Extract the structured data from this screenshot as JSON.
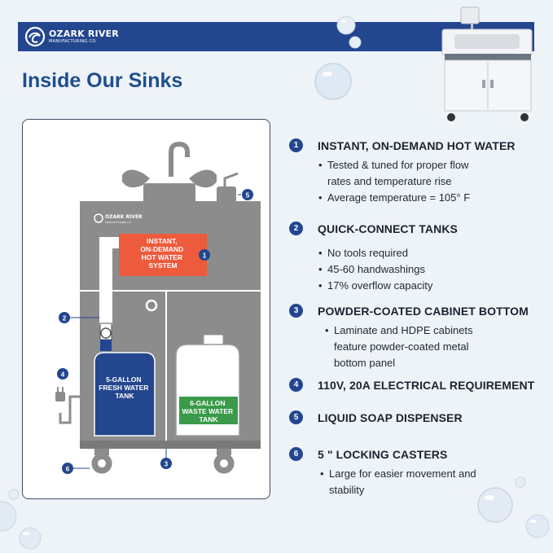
{
  "brand": {
    "name": "OZARK RIVER",
    "sub": "MANUFACTURING CO.",
    "banner_color": "#23468f"
  },
  "page_title": "Inside Our Sinks",
  "diagram": {
    "logo_name": "OZARK RIVER",
    "logo_sub": "MANUFACTURING CO.",
    "heater_label": [
      "INSTANT,",
      "ON-DEMAND",
      "HOT WATER",
      "SYSTEM"
    ],
    "fresh_tank_label": [
      "5-GALLON",
      "FRESH WATER",
      "TANK"
    ],
    "waste_tank_label": [
      "6-GALLON",
      "WASTE WATER",
      "TANK"
    ],
    "callouts": [
      "1",
      "2",
      "3",
      "4",
      "5",
      "6"
    ],
    "colors": {
      "cabinet": "#8c8c8c",
      "heater": "#ee5a3c",
      "fresh_tank": "#23468f",
      "waste_tank": "#3a9a4a",
      "badge": "#23468f"
    }
  },
  "features": [
    {
      "num": "1",
      "title": "INSTANT, ON-DEMAND HOT WATER",
      "bullets": [
        [
          "Tested & tuned for proper flow",
          "rates and temperature rise"
        ],
        [
          "Average temperature = 105° F"
        ]
      ]
    },
    {
      "num": "2",
      "title": "QUICK-CONNECT TANKS",
      "bullets": [
        [
          "No tools required"
        ],
        [
          "45-60 handwashings"
        ],
        [
          "17% overflow capacity"
        ]
      ]
    },
    {
      "num": "3",
      "title": "POWDER-COATED CABINET BOTTOM",
      "bullets": [
        [
          "Laminate and HDPE cabinets",
          "feature powder-coated metal",
          "bottom panel"
        ]
      ]
    },
    {
      "num": "4",
      "title": "110V, 20A ELECTRICAL REQUIREMENT",
      "bullets": []
    },
    {
      "num": "5",
      "title": "LIQUID SOAP DISPENSER",
      "bullets": []
    },
    {
      "num": "6",
      "title": "5 \" LOCKING CASTERS",
      "bullets": [
        [
          "Large for easier movement and",
          "stability"
        ]
      ]
    }
  ]
}
